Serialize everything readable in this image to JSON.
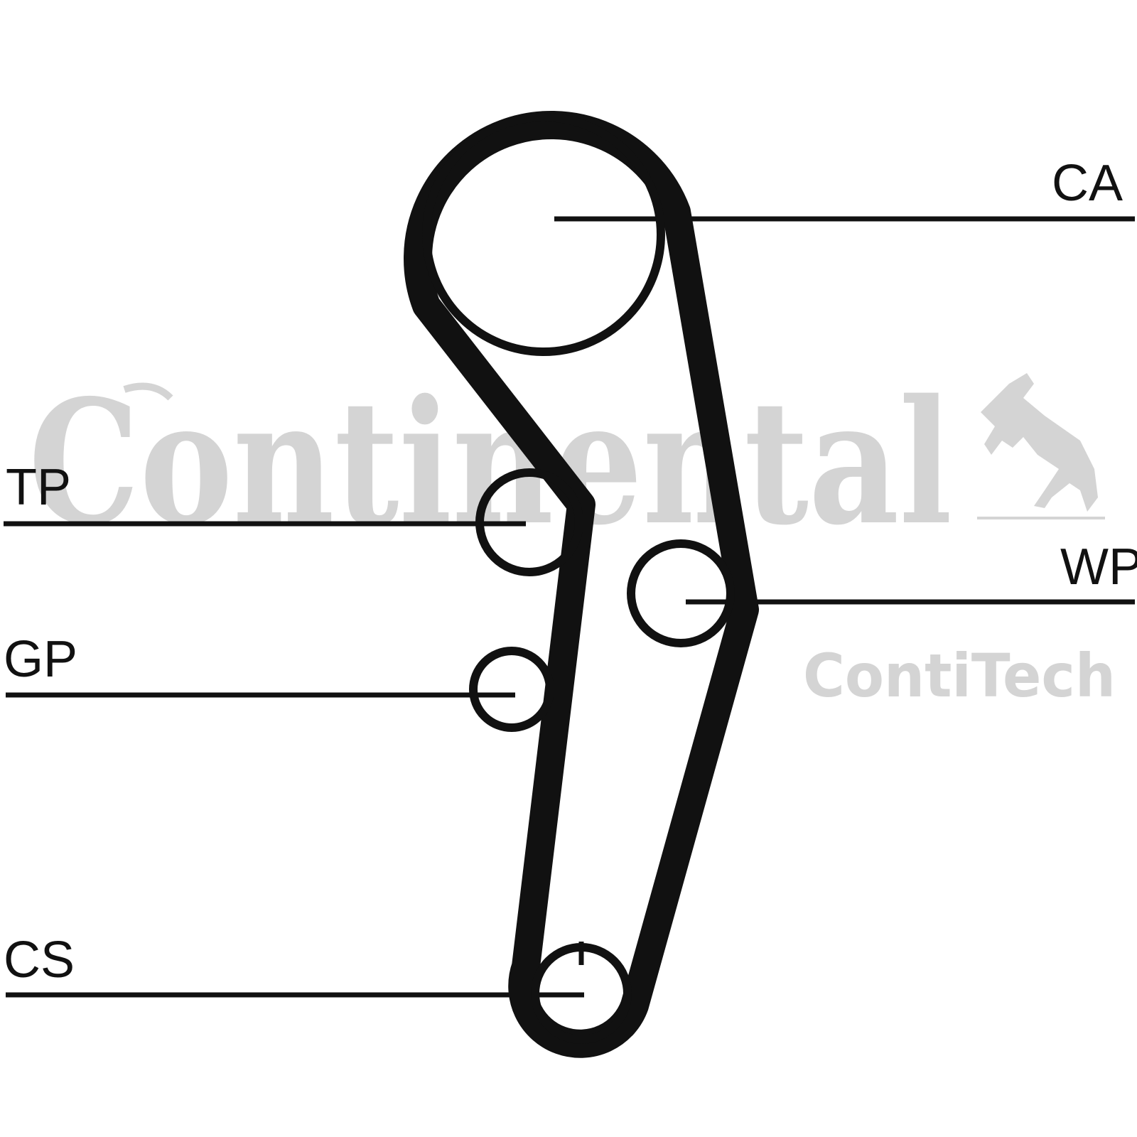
{
  "watermark": {
    "brand": "Continental",
    "sub_brand": "ContiTech"
  },
  "labels": {
    "ca": "CA",
    "tp": "TP",
    "wp": "WP",
    "gp": "GP",
    "cs": "CS"
  },
  "colors": {
    "ink": "#111111",
    "watermark": "#d4d4d4"
  }
}
